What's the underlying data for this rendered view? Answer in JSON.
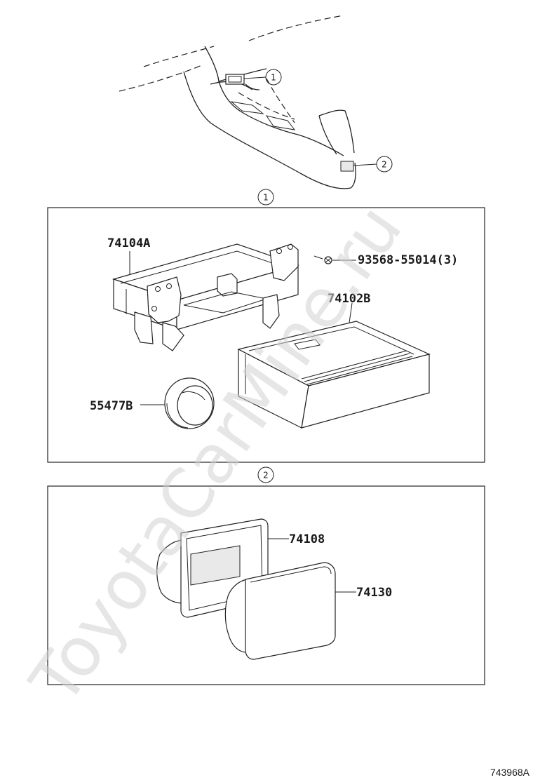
{
  "watermark": "ToyotaCarMine.ru",
  "callouts": {
    "ref1": "1",
    "ref2": "2",
    "section1": "1",
    "section2": "2"
  },
  "section1": {
    "parts": [
      {
        "id": "74104A"
      },
      {
        "id": "93568-55014(3)"
      },
      {
        "id": "74102B"
      },
      {
        "id": "55477B"
      }
    ]
  },
  "section2": {
    "parts": [
      {
        "id": "74108"
      },
      {
        "id": "74130"
      }
    ]
  },
  "diagram_code": "743968A"
}
